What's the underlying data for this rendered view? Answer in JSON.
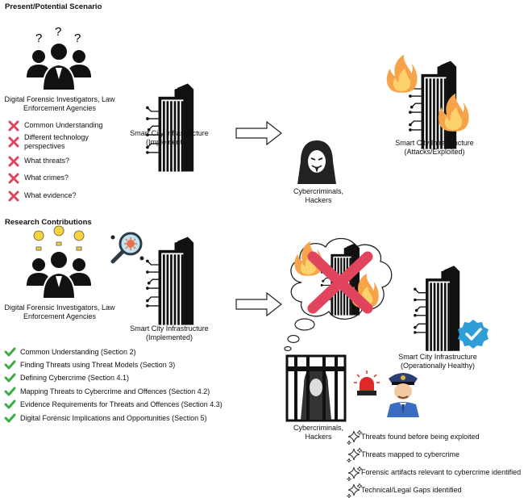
{
  "top": {
    "heading": "Present/Potential Scenario",
    "investigators_caption": "Digital Forensic Investigators, Law Enforcement Agencies",
    "problems": [
      "Common Understanding",
      "Different technology perspectives",
      "What threats?",
      "What crimes?",
      "What evidence?"
    ],
    "infra_caption_1": "Smart City Infrastructure",
    "infra_caption_2": "(Implemented)",
    "attacked_caption_1": "Smart City Infrastructure",
    "attacked_caption_2": "(Attacks/Exploited)",
    "criminals_caption_1": "Cybercriminals,",
    "criminals_caption_2": "Hackers"
  },
  "bottom": {
    "heading": "Research Contributions",
    "investigators_caption": "Digital Forensic Investigators, Law Enforcement Agencies",
    "infra_caption_1": "Smart City Infrastructure",
    "infra_caption_2": "(Implemented)",
    "healthy_caption_1": "Smart City Infrastructure",
    "healthy_caption_2": "(Operationally Healthy)",
    "criminals_caption_1": "Cybercriminals,",
    "criminals_caption_2": "Hackers",
    "contributions": [
      "Common Understanding (Section 2)",
      "Finding Threats using Threat Models (Section 3)",
      "Defining Cybercrime (Section 4.1)",
      "Mapping Threats to Cybercrime and Offences (Section 4.2)",
      "Evidence Requirements for Threats and Offences (Section 4.3)",
      "Digital Forensic Implications and Opportunities (Section 5)"
    ],
    "outcomes": [
      "Threats found before being exploited",
      "Threats mapped to cybercrime",
      "Forensic artifacts relevant to cybercrime identified",
      "Technical/Legal Gaps identified"
    ]
  },
  "colors": {
    "cross": "#e0455d",
    "check": "#3cae3f",
    "flame_outer": "#f6a34a",
    "flame_inner": "#fcd36a",
    "badge": "#2e9fd6",
    "siren": "#e02a2a"
  },
  "icons": [
    "people-question-icon",
    "people-idea-icon",
    "building-icon",
    "fire-icon",
    "hacker-icon",
    "arrow-icon",
    "magnifier-virus-icon",
    "thought-cloud-icon",
    "jail-icon",
    "siren-icon",
    "police-icon",
    "check-badge-icon",
    "sparkle-icon",
    "cross-icon",
    "check-icon"
  ]
}
